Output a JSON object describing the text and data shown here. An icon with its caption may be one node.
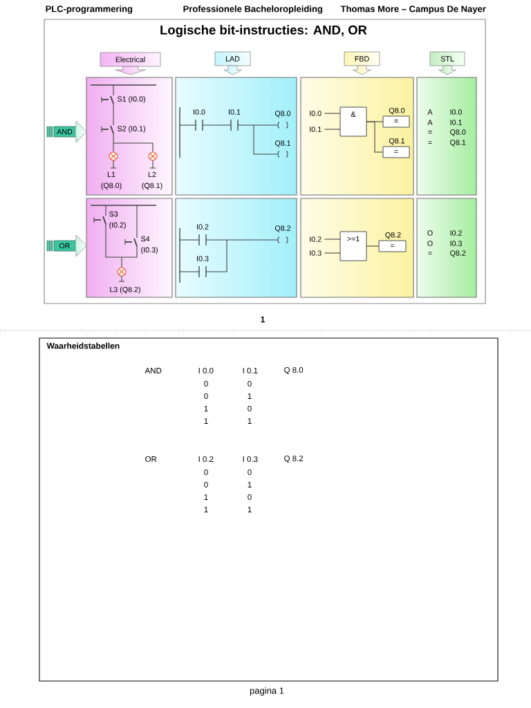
{
  "diagram": {
    "nodes": [
      {
        "text": [
          "Logische bit-instructies: AND, OR"
        ]
      },
      {
        "text": [
          "Electrical"
        ],
        "in": 0
      },
      {
        "text": [
          "LAD"
        ],
        "in": 0
      },
      {
        "text": [
          "FBD"
        ],
        "in": 0
      },
      {
        "text": [
          "STL"
        ],
        "in": 0
      },
      {
        "text": [
          "AND"
        ],
        "in": 0
      },
      {
        "text": [
          "S1 (I0.0)",
          "S2 (I0.1)",
          "L1 (Q8.0)",
          "L2 (Q8.1)"
        ],
        "in": 0
      },
      {
        "text": [
          "I0.0",
          "I0.1",
          "Q8.0",
          "Q8.1"
        ],
        "in": 0
      },
      {
        "text": [],
        "shape": "box",
        "in": 0
      },
      {
        "text": [
          "I0.0"
        ],
        "in": 8
      },
      {
        "text": [
          "&"
        ],
        "in": 8
      },
      {
        "text": [
          "="
        ],
        "beside": [
          "Q8.0"
        ],
        "in": 8
      },
      {
        "text": [
          "I0.1"
        ],
        "in": 8
      },
      {
        "text": [
          "="
        ],
        "beside": [
          "Q8.1"
        ],
        "in": 8
      },
      {
        "text": [
          "A",
          "I0.0",
          "A",
          "I0.1",
          "=",
          "Q8.0",
          "=",
          "Q8.1"
        ],
        "in": 0
      },
      {
        "text": [
          "OR"
        ],
        "in": 0
      },
      {
        "text": [
          "S3 (I0.2)",
          "S4 (I0.3)",
          "L3 (Q8.2)"
        ],
        "in": 0
      },
      {
        "text": [
          "I0.2",
          "Q8.2",
          "I0.3"
        ],
        "in": 0
      },
      {
        "text": [],
        "shape": "box",
        "in": 0
      },
      {
        "text": [
          "I0.2"
        ],
        "in": 18
      },
      {
        "text": [
          ">=1"
        ],
        "in": 18
      },
      {
        "text": [
          "="
        ],
        "beside": [
          "Q8.2"
        ],
        "in": 18
      },
      {
        "text": [
          "I0.3"
        ],
        "in": 18
      },
      {
        "text": [
          "O",
          "I0.2",
          "O",
          "I0.3",
          "=",
          "Q8.2"
        ],
        "in": 0
      },
      {
        "text": [
          "Waarheidstabellen"
        ]
      }
    ],
    "edges": [
      {
        "from": 1,
        "to": 6,
        "arrow": "to"
      },
      {
        "from": 2,
        "to": 7,
        "arrow": "to"
      },
      {
        "from": 3,
        "to": 8,
        "arrow": "to"
      },
      {
        "from": 4,
        "to": 14,
        "arrow": "to"
      },
      {
        "from": 5,
        "to": 6,
        "arrow": "to"
      },
      {
        "from": 9,
        "to": 10,
        "arrow": "none"
      },
      {
        "from": 12,
        "to": 10,
        "arrow": "none"
      },
      {
        "from": 10,
        "to": 11,
        "arrow": "none"
      },
      {
        "from": 10,
        "to": 13,
        "arrow": "none"
      },
      {
        "from": 15,
        "to": 16,
        "arrow": "to"
      },
      {
        "from": 19,
        "to": 20,
        "arrow": "none"
      },
      {
        "from": 22,
        "to": 20,
        "arrow": "none"
      },
      {
        "from": 20,
        "to": 21,
        "arrow": "none"
      }
    ],
    "labels": [
      "PLC-programmering",
      "Professionele Bacheloropleiding",
      "Thomas More – Campus De Nayer",
      "1",
      "AND",
      "I 0.0",
      "I 0.1",
      "Q 8.0",
      "0",
      "0",
      "0",
      "1",
      "1",
      "0",
      "1",
      "1",
      "OR",
      "I 0.2",
      "I 0.3",
      "Q 8.2",
      "0",
      "0",
      "0",
      "1",
      "1",
      "0",
      "1",
      "1",
      "pagina 1"
    ]
  }
}
